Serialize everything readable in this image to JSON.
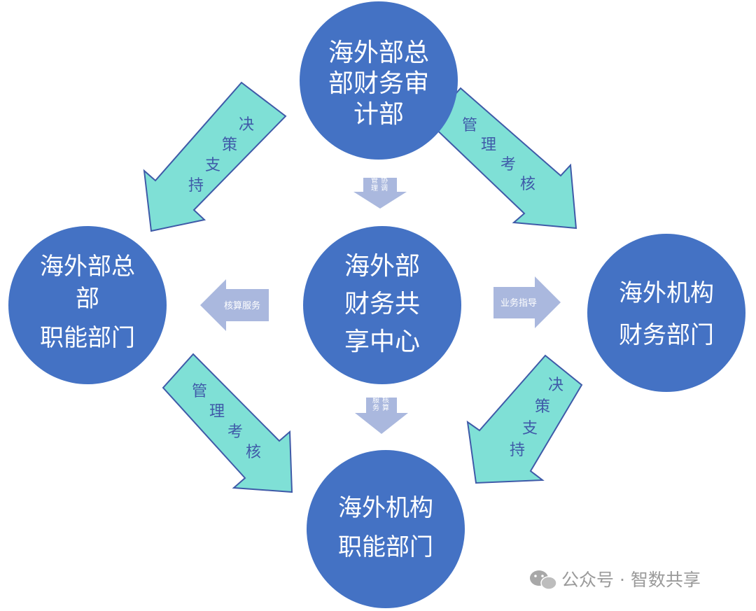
{
  "nodes": {
    "hq_finance_audit": [
      "海外部总",
      "部财务审",
      "计部"
    ],
    "hq_functional": [
      "海外部总",
      "部",
      "职能部门"
    ],
    "shared_center": [
      "海外部",
      "财务共",
      "享中心"
    ],
    "branch_finance": [
      "海外机构",
      "财务部门"
    ],
    "branch_functional": [
      "海外机构",
      "职能部门"
    ]
  },
  "arrows": {
    "decision_support_left": [
      "决",
      "策",
      "支",
      "持"
    ],
    "management_review_top_right": [
      "管",
      "理",
      "考",
      "核"
    ],
    "management_review_bottom_left": [
      "管",
      "理",
      "考",
      "核"
    ],
    "decision_support_bottom_right": [
      "决",
      "策",
      "支",
      "持"
    ],
    "coordinate_manage": [
      "协调",
      "管理"
    ],
    "accounting_service_left": "核算服务",
    "business_guidance": "业务指导",
    "accounting_service_down": [
      "核算",
      "服务"
    ]
  },
  "watermark": "公众号 · 智数共享",
  "colors": {
    "circle": "#4472c4",
    "big_arrow": "#7fe0d6",
    "big_arrow_stroke": "#3f5aa8",
    "small_arrow": "#aab8de"
  }
}
